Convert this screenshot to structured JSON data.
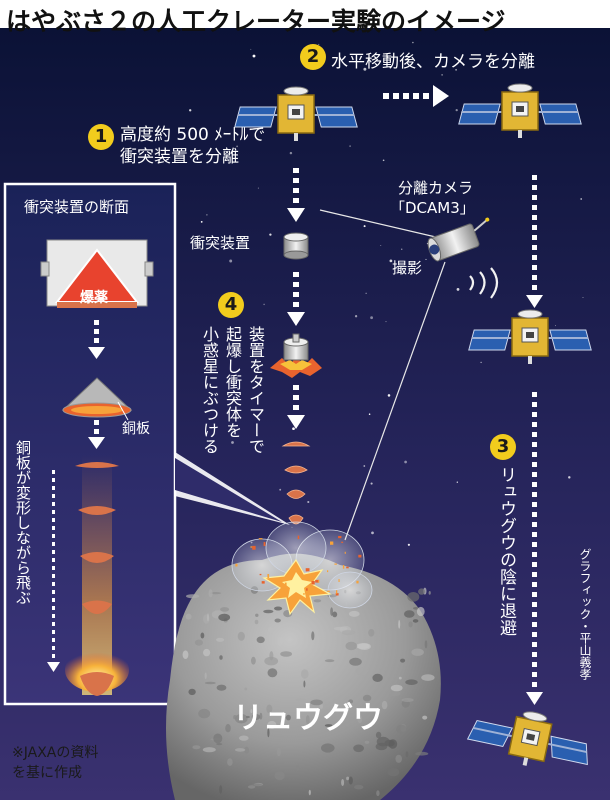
{
  "title": "はやぶさ２の人工クレーター実験のイメージ",
  "steps": {
    "s1": {
      "num": "1",
      "line1": "高度約 500 ﾒｰﾄﾙで",
      "line2": "衝突装置を分離"
    },
    "s2": {
      "num": "2",
      "text": "水平移動後、カメラを分離"
    },
    "s3": {
      "num": "3",
      "text": "リュウグウの陰に退避"
    },
    "s4": {
      "num": "4",
      "text_col1": "装置をタイマーで",
      "text_col2": "起爆し衝突体を",
      "text_col3": "小惑星にぶつける"
    }
  },
  "labels": {
    "impactor": "衝突装置",
    "camera_line1": "分離カメラ",
    "camera_line2": "「DCAM3」",
    "shooting": "撮影",
    "asteroid": "リュウグウ",
    "credit": "グラフィック・平山義孝"
  },
  "inset": {
    "title": "衝突装置の断面",
    "explosive": "爆薬",
    "copper_plate": "銅板",
    "deform_text": "銅板が変形しながら飛ぶ",
    "source_line1": "※JAXAの資料",
    "source_line2": "を基に作成"
  },
  "colors": {
    "space_top": "#0b1236",
    "space_bottom": "#3a3170",
    "badge": "#f2cc1d",
    "explosive": "#e8432e",
    "copper": "#d9734a",
    "solar_panel": "#2a5fb0",
    "spacecraft_body": "#e2b634"
  }
}
